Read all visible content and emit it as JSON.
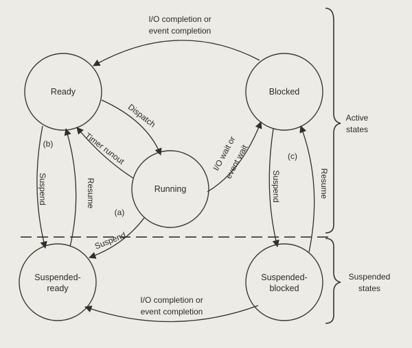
{
  "diagram": {
    "states": {
      "ready": "Ready",
      "blocked": "Blocked",
      "running": "Running",
      "suspended_ready_1": "Suspended-",
      "suspended_ready_2": "ready",
      "suspended_blocked_1": "Suspended-",
      "suspended_blocked_2": "blocked"
    },
    "transitions": {
      "io_completion_top_1": "I/O completion or",
      "io_completion_top_2": "event completion",
      "dispatch": "Dispatch",
      "timer_runout": "Timer runout",
      "io_wait_1": "I/O wait or",
      "io_wait_2": "event wait",
      "suspend_left": "Suspend",
      "resume_left": "Resume",
      "suspend_right": "Suspend",
      "resume_right": "Resume",
      "suspend_running": "Suspend",
      "io_completion_bottom_1": "I/O completion or",
      "io_completion_bottom_2": "event completion"
    },
    "markers": {
      "a": "(a)",
      "b": "(b)",
      "c": "(c)"
    },
    "groups": {
      "active_1": "Active",
      "active_2": "states",
      "suspended_1": "Suspended",
      "suspended_2": "states"
    }
  }
}
